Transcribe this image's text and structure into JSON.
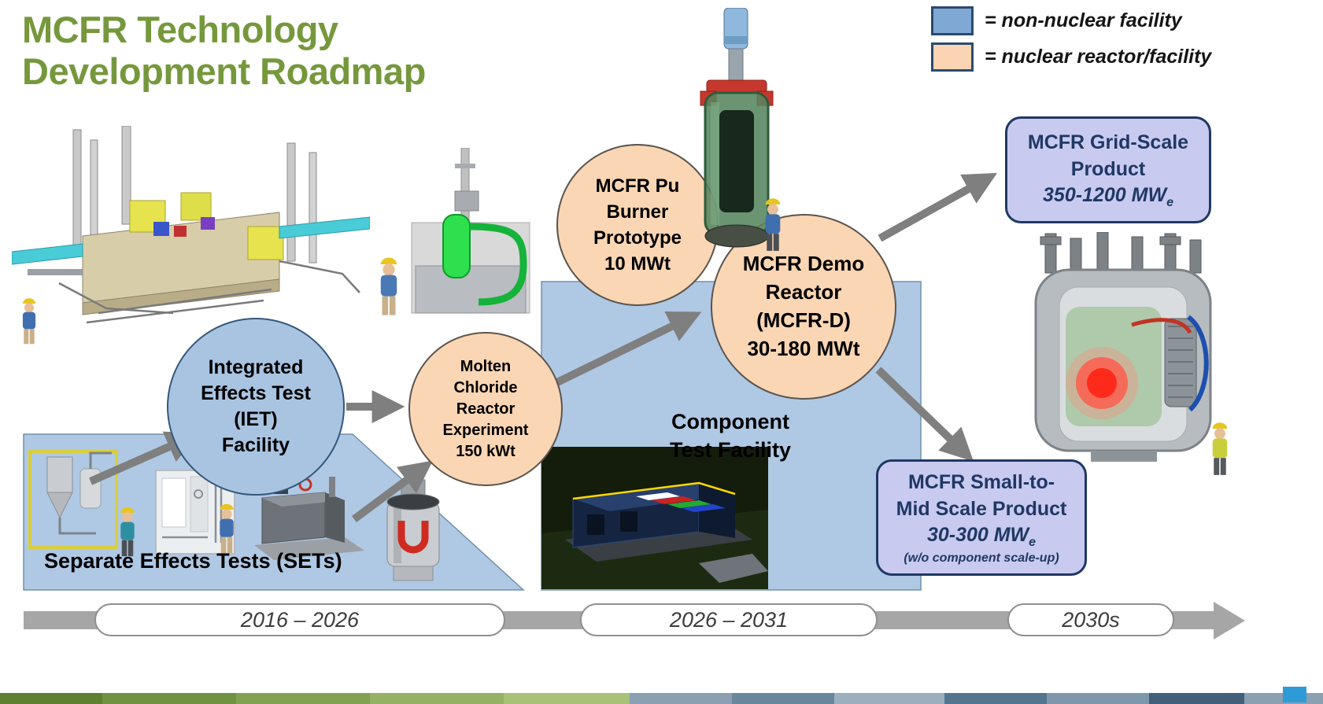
{
  "title": "MCFR Technology\nDevelopment Roadmap",
  "legend": {
    "non_nuclear_label": "= non-nuclear facility",
    "nuclear_label": "= nuclear reactor/facility"
  },
  "colors": {
    "title_green": "#76983c",
    "non_nuclear_fill": "#a9c4e1",
    "nuclear_fill": "#fbd6b4",
    "product_fill": "#c9caf0",
    "product_border": "#1f3864",
    "arrow_gray": "#7f7f7f",
    "timeline_gray": "#a6a6a6"
  },
  "nodes": {
    "iet": "Integrated\nEffects Test\n(IET)\nFacility",
    "mcre": "Molten\nChloride\nReactor\nExperiment\n150 kWt",
    "pu_burner": "MCFR Pu\nBurner\nPrototype\n10 MWt",
    "demo": "MCFR Demo\nReactor\n(MCFR-D)\n30-180 MWt"
  },
  "products": {
    "grid_scale": {
      "name": "MCFR Grid-Scale\nProduct",
      "rating": "350-1200 MW",
      "rating_sub": "e"
    },
    "small_mid": {
      "name": "MCFR Small-to-\nMid Scale Product",
      "rating": "30-300 MW",
      "rating_sub": "e",
      "note": "(w/o component scale-up)"
    }
  },
  "regions": {
    "sets": "Separate Effects Tests (SETs)",
    "ctf": "Component\nTest Facility"
  },
  "timeline": {
    "periods": [
      "2016 – 2026",
      "2026 – 2031",
      "2030s"
    ]
  }
}
